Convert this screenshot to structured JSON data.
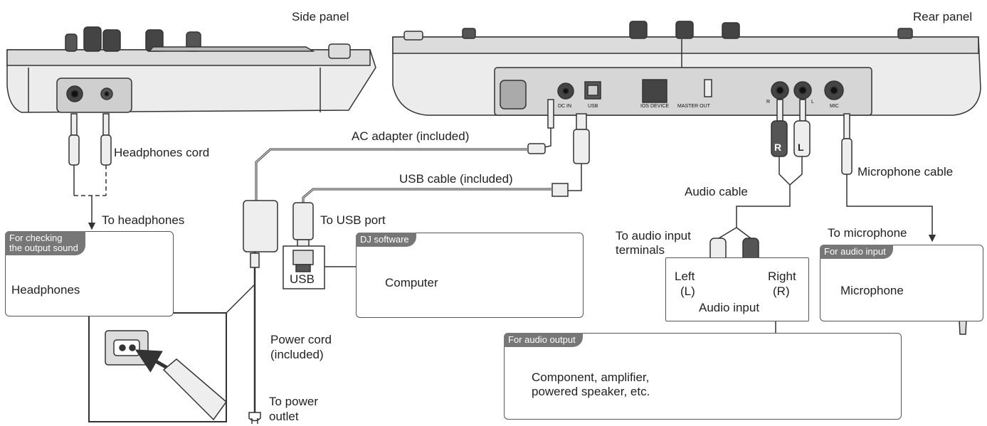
{
  "panels": {
    "side_title": "Side panel",
    "rear_title": "Rear panel",
    "rear_port_labels": {
      "dc_in": "DC IN",
      "usb": "USB",
      "ios": "IOS DEVICE",
      "master_out": "MASTER OUT",
      "r": "R",
      "l": "L",
      "mic": "MIC"
    }
  },
  "labels": {
    "headphones_cord": "Headphones cord",
    "to_headphones": "To headphones",
    "ac_adapter": "AC adapter (included)",
    "usb_cable": "USB cable (included)",
    "to_usb_port": "To USB port",
    "power_cord_1": "Power cord",
    "power_cord_2": "(included)",
    "to_power_1": "To power",
    "to_power_2": "outlet",
    "audio_cable": "Audio cable",
    "microphone_cable": "Microphone cable",
    "to_audio_input_1": "To audio input",
    "to_audio_input_2": "terminals",
    "to_microphone": "To microphone",
    "usb": "USB",
    "plug_r": "R",
    "plug_l": "L"
  },
  "boxes": {
    "headphones": {
      "tag_1": "For checking",
      "tag_2": "the output sound",
      "label": "Headphones"
    },
    "computer": {
      "tag": "DJ software",
      "label": "Computer"
    },
    "microphone": {
      "tag": "For audio input",
      "label": "Microphone"
    },
    "audio_input": {
      "left_1": "Left",
      "left_2": "(L)",
      "right_1": "Right",
      "right_2": "(R)",
      "title": "Audio input"
    },
    "audio_output": {
      "tag": "For audio output",
      "label_1": "Component, amplifier,",
      "label_2": "powered speaker, etc."
    }
  }
}
